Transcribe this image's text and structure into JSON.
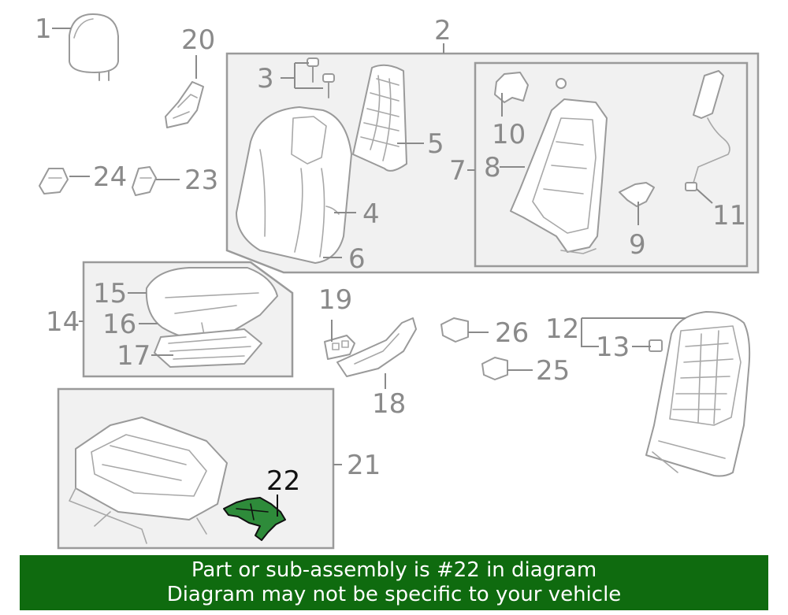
{
  "callouts": {
    "c1": "1",
    "c2": "2",
    "c3": "3",
    "c4": "4",
    "c5": "5",
    "c6": "6",
    "c7": "7",
    "c8": "8",
    "c9": "9",
    "c10": "10",
    "c11": "11",
    "c12": "12",
    "c13": "13",
    "c14": "14",
    "c15": "15",
    "c16": "16",
    "c17": "17",
    "c18": "18",
    "c19": "19",
    "c20": "20",
    "c21": "21",
    "c22": "22",
    "c23": "23",
    "c24": "24",
    "c25": "25",
    "c26": "26"
  },
  "highlight": {
    "part": "22",
    "color": "#2e8b3a"
  },
  "banner": {
    "line1": "Part or sub-assembly is #22 in diagram",
    "line2": "Diagram may not be specific to your vehicle",
    "background": "#0f6b0f"
  }
}
